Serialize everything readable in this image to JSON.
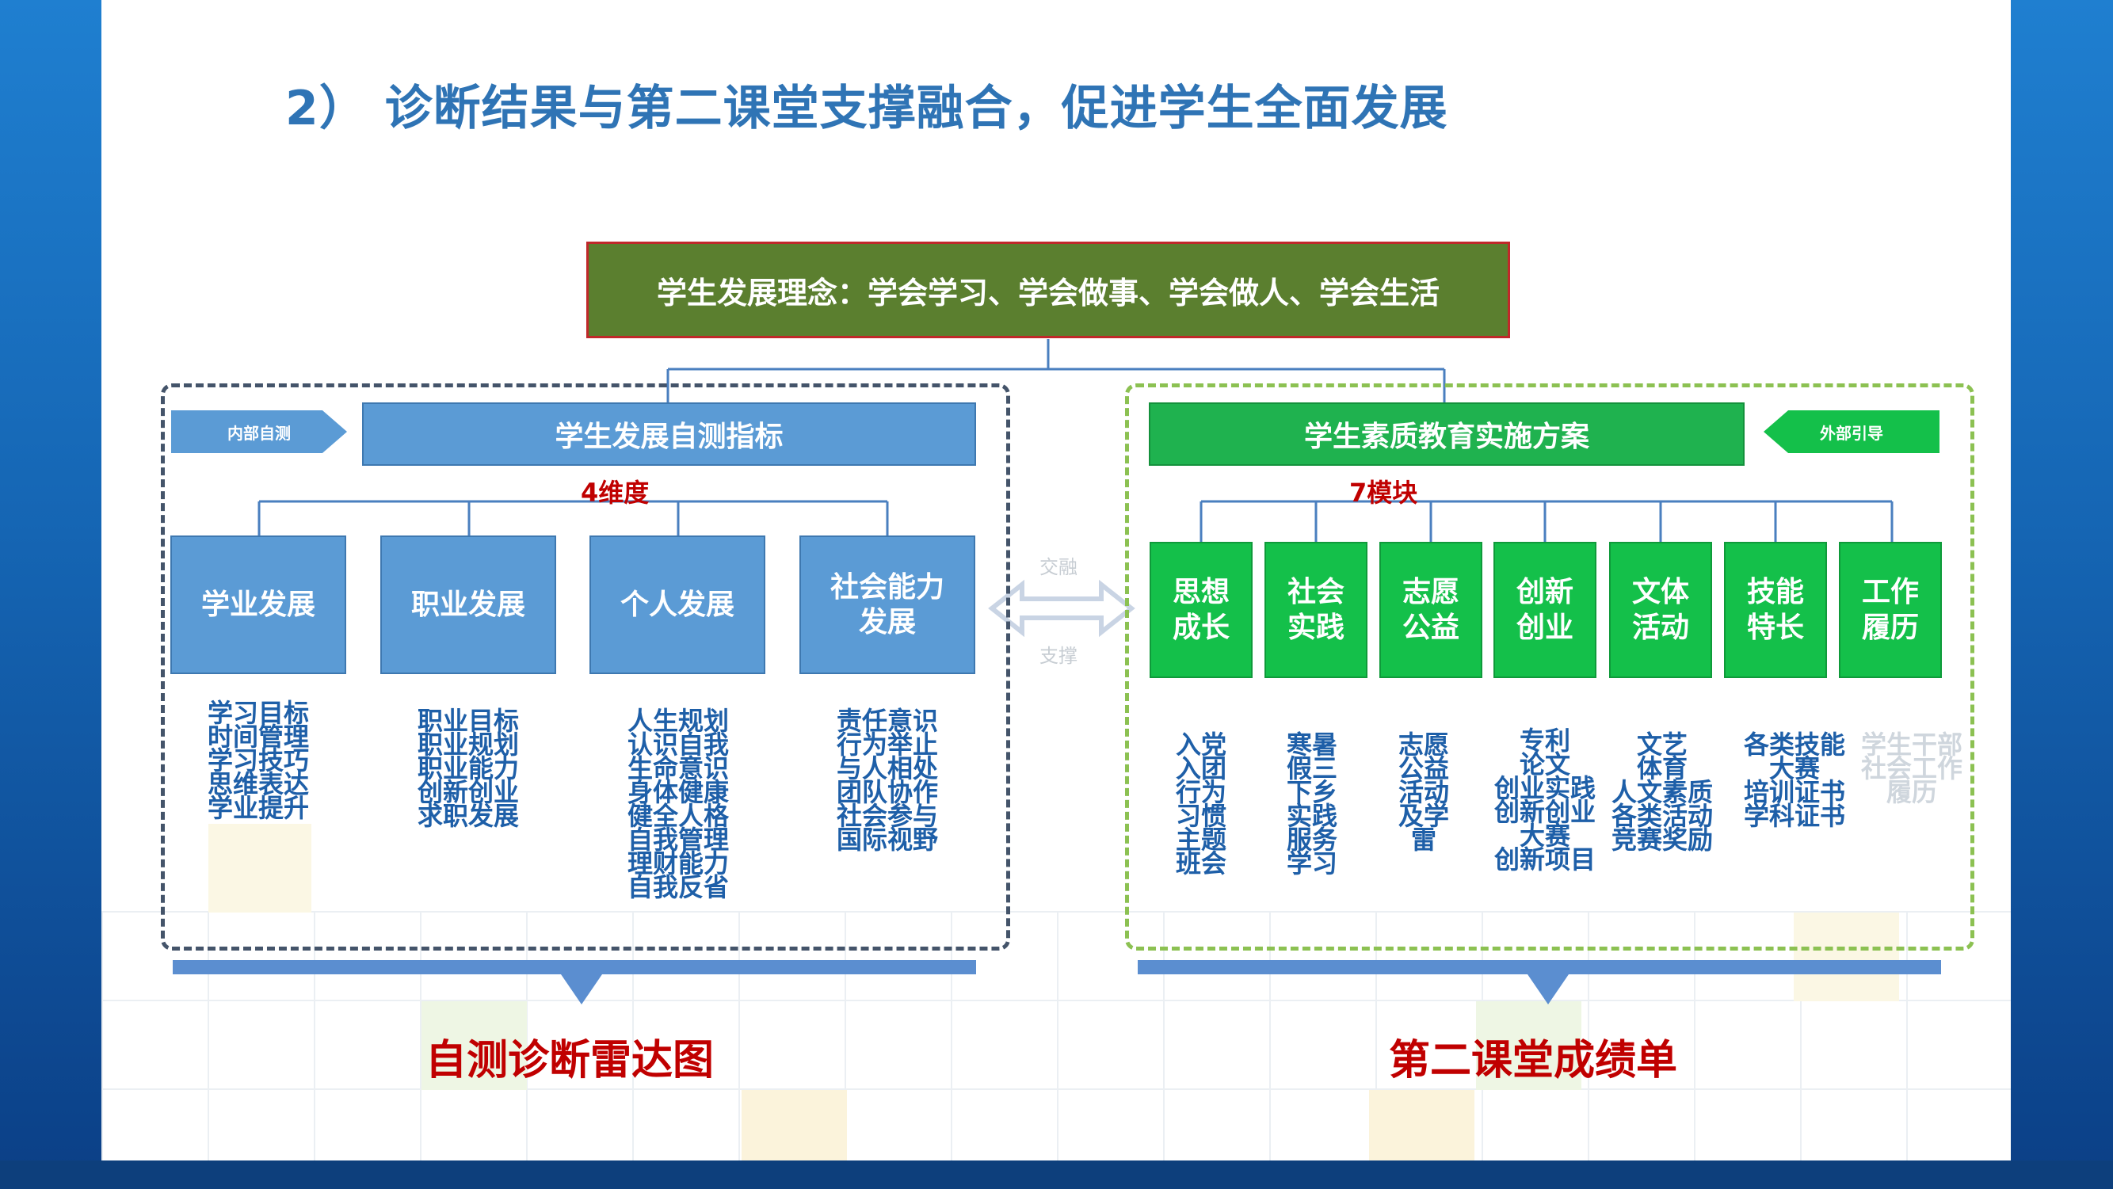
{
  "title": "2） 诊断结果与第二课堂支撑融合，促进学生全面发展",
  "top_concept": "学生发展理念：学会学习、学会做事、学会做人、学会生活",
  "left": {
    "tag": "内部自测",
    "header": "学生发展自测指标",
    "dimension_label": "4维度",
    "cards": [
      {
        "label": "学业发展",
        "items": "学习目标\n时间管理\n学习技巧\n思维表达\n学业提升"
      },
      {
        "label": "职业发展",
        "items": "职业目标\n职业规划\n职业能力\n创新创业\n求职发展"
      },
      {
        "label": "个人发展",
        "items": "人生规划\n认识自我\n生命意识\n身体健康\n健全人格\n自我管理\n理财能力\n自我反省"
      },
      {
        "label": "社会能力\n发展",
        "items": "责任意识\n行为举止\n与人相处\n团队协作\n社会参与\n国际视野"
      }
    ],
    "bottom_label": "自测诊断雷达图"
  },
  "right": {
    "tag": "外部引导",
    "header": "学生素质教育实施方案",
    "module_label": "7模块",
    "cards": [
      {
        "label": "思想\n成长",
        "items": "入党\n入团\n行为\n习惯\n主题\n班会"
      },
      {
        "label": "社会\n实践",
        "items": "寒暑\n假三\n下乡\n实践\n服务\n学习"
      },
      {
        "label": "志愿\n公益",
        "items": "志愿\n公益\n活动\n及学\n雷"
      },
      {
        "label": "创新\n创业",
        "items": "专利\n论文\n创业实践\n创新创业\n大赛\n创新项目"
      },
      {
        "label": "文体\n活动",
        "items": "文艺\n体育\n人文素质\n各类活动\n竞赛奖励"
      },
      {
        "label": "技能\n特长",
        "items": "各类技能\n大赛\n培训证书\n学科证书"
      },
      {
        "label": "工作\n履历",
        "items": "学生干部\n社会工作\n履历"
      }
    ],
    "bottom_label": "第二课堂成绩单"
  },
  "connector": {
    "upper": "交融",
    "lower": "支撑"
  },
  "colors": {
    "left_blue": "#5b9bd5",
    "right_green": "#14c04a",
    "concept_green": "#5b7f2f",
    "accent_red": "#c00000"
  }
}
